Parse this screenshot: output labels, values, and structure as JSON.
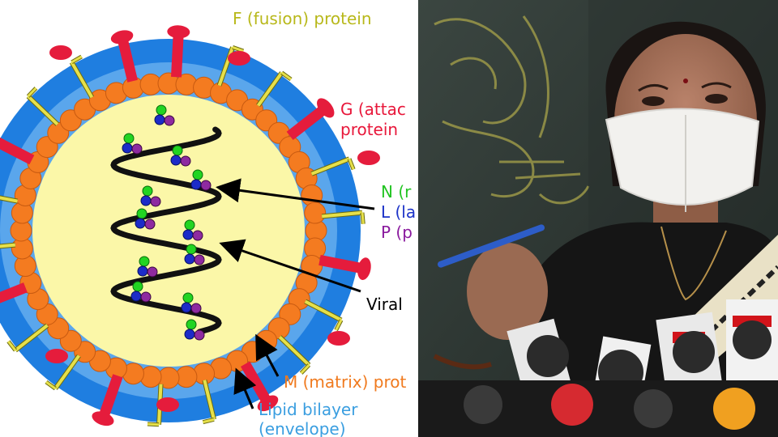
{
  "diagram": {
    "labels": {
      "fusion": "F (fusion) protein",
      "attach_line1": "G (attac",
      "attach_line2": "protein",
      "n": "N (r",
      "l": "L (la",
      "p": "P (p",
      "viral": "Viral",
      "matrix": "M (matrix) prot",
      "lipid_line1": "Lipid bilayer",
      "lipid_line2": "(envelope)"
    },
    "colors": {
      "fusion_text": "#b8b81a",
      "attach_text": "#e8173a",
      "n_text": "#22c422",
      "l_text": "#1c33c8",
      "p_text": "#8a1a9e",
      "viral_text": "#000000",
      "matrix_text": "#f07a1e",
      "lipid_text": "#3a9ee0",
      "envelope_outer": "#1f7ee0",
      "envelope_inner": "#5aa6ec",
      "core": "#fbf7a8",
      "matrix_bead": "#f47b20",
      "attachment_protein": "#e51c3c",
      "fusion_protein": "#e6e04a",
      "helix": "#111111",
      "n_bead": "#22d422",
      "l_bead": "#1c2bc8",
      "p_bead": "#8e2aa0"
    }
  },
  "photo": {
    "icons": [
      "person-speaking",
      "mask-icon",
      "pen-icon",
      "microphone-icon"
    ]
  }
}
